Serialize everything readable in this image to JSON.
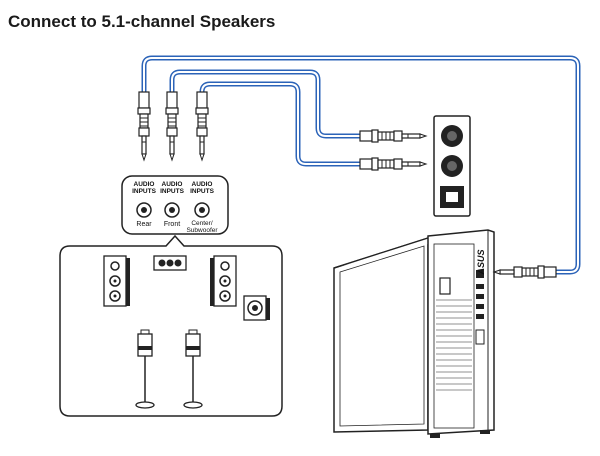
{
  "title": "Connect to 5.1-channel Speakers",
  "jacks": [
    {
      "line1": "AUDIO",
      "line2": "INPUTS",
      "label": "Rear",
      "label2": ""
    },
    {
      "line1": "AUDIO",
      "line2": "INPUTS",
      "label": "Front",
      "label2": ""
    },
    {
      "line1": "AUDIO",
      "line2": "INPUTS",
      "label": "Center/",
      "label2": "Subwoofer"
    }
  ],
  "brand": "ASUS",
  "colors": {
    "cable": "#2b63b8",
    "outline": "#222222"
  }
}
